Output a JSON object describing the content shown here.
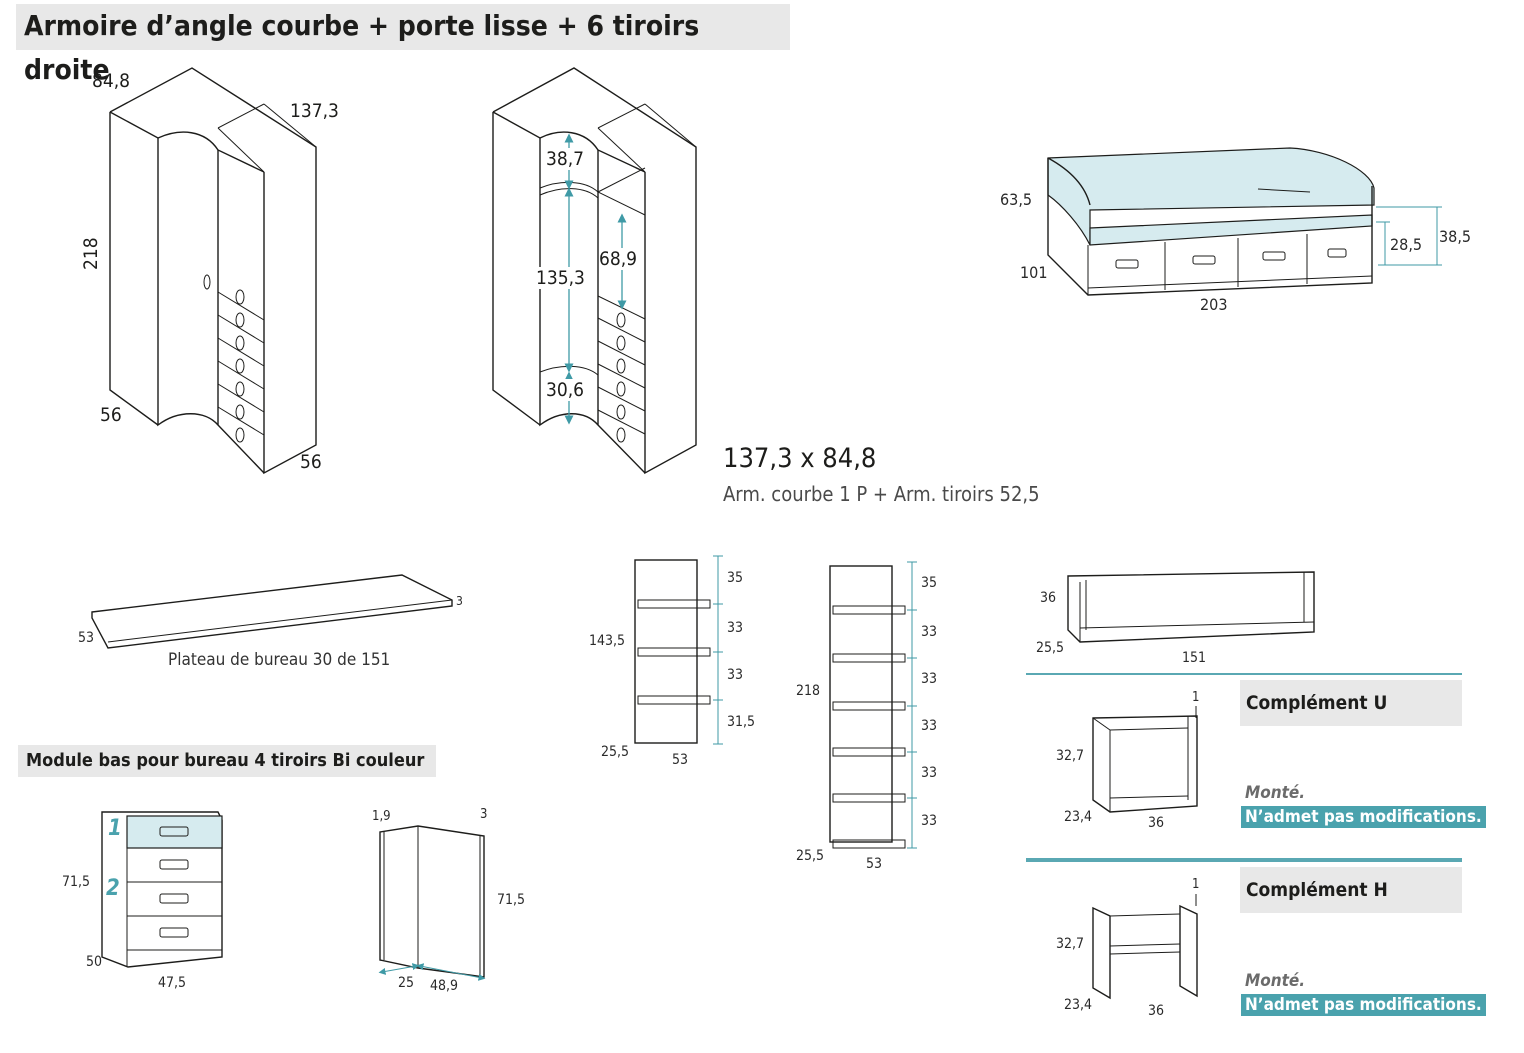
{
  "title": "Armoire d’angle courbe + porte lisse + 6 tiroirs droite",
  "wardrobe": {
    "d_top": "84,8",
    "d_side": "137,3",
    "d_height": "218",
    "d_depth_left": "56",
    "d_depth_right": "56",
    "i_top": "38,7",
    "i_middle": "135,3",
    "i_bottom": "30,6",
    "i_right": "68,9",
    "size": "137,3 x 84,8",
    "description": "Arm. courbe 1 P + Arm. tiroirs 52,5"
  },
  "bed": {
    "height": "63,5",
    "depth": "101",
    "width": "203",
    "h1": "28,5",
    "h2": "38,5"
  },
  "desk_top": {
    "depth": "53",
    "thickness": "3",
    "caption": "Plateau de bureau 30 de 151"
  },
  "shelf_small": {
    "height": "143,5",
    "depth": "25,5",
    "width": "53",
    "s1": "35",
    "s2": "33",
    "s3": "33",
    "s4": "31,5"
  },
  "shelf_tall": {
    "height": "218",
    "depth": "25,5",
    "width": "53",
    "s1": "35",
    "s2": "33",
    "s3": "33",
    "s4": "33",
    "s5": "33",
    "s6": "33"
  },
  "wall_shelf": {
    "height": "36",
    "depth": "25,5",
    "width": "151"
  },
  "module_title": "Module bas pour bureau 4 tiroirs Bi couleur",
  "drawer_module": {
    "height": "71,5",
    "depth": "50",
    "width": "47,5",
    "mark1": "1",
    "mark2": "2"
  },
  "corner_panel": {
    "t1": "1,9",
    "t2": "3",
    "height": "71,5",
    "w1": "25",
    "w2": "48,9"
  },
  "complement_u": {
    "title": "Complément U",
    "top": "1",
    "height": "32,7",
    "depth": "23,4",
    "width": "36",
    "monte": "Monté.",
    "note": "N’admet pas modifications."
  },
  "complement_h": {
    "title": "Complément H",
    "top": "1",
    "height": "32,7",
    "depth": "23,4",
    "width": "36",
    "monte": "Monté.",
    "note": "N’admet pas modifications."
  },
  "colors": {
    "accent": "#4aa2ad",
    "accent_fill": "#d6ebef",
    "banner": "#e8e8e8"
  }
}
